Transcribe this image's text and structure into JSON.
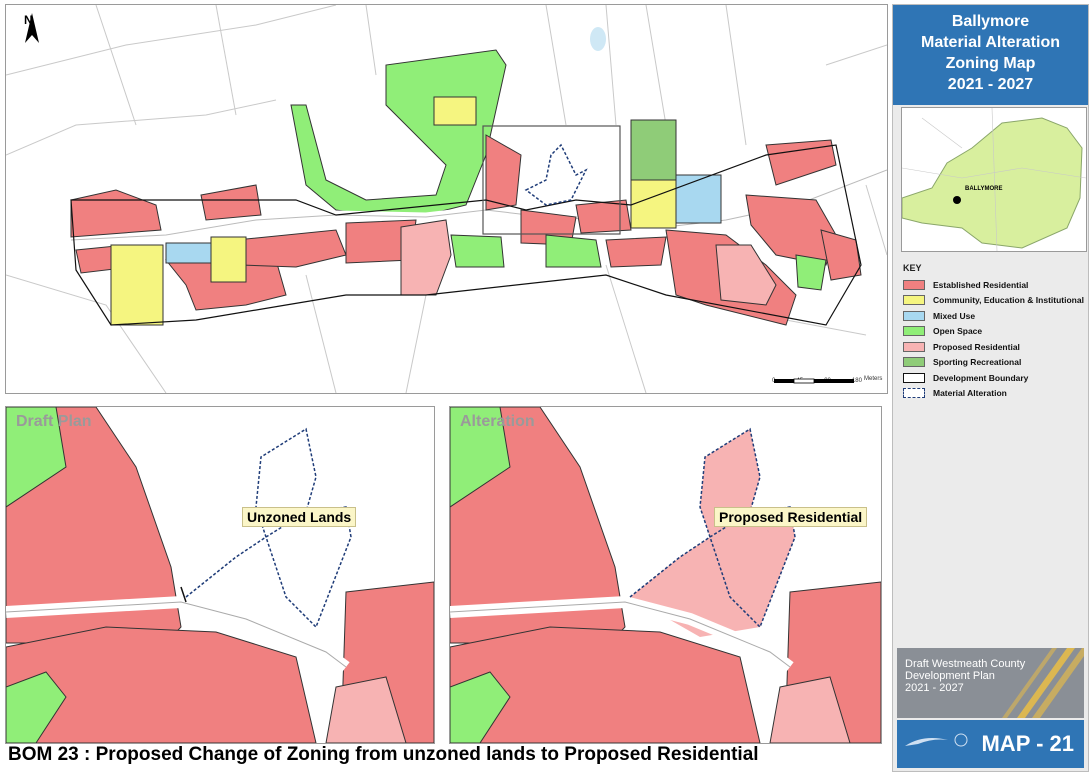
{
  "title": {
    "line1": "Ballymore",
    "line2": "Material Alteration",
    "line3": "Zoning Map",
    "line4": "2021 - 2027"
  },
  "north_label": "N",
  "locator_label": "BALLYMORE",
  "key": {
    "title": "KEY",
    "items": [
      {
        "label": "Established Residential",
        "color": "#f08080"
      },
      {
        "label": "Community, Education & Institutional",
        "color": "#f5f580"
      },
      {
        "label": "Mixed Use",
        "color": "#a8d8f0"
      },
      {
        "label": "Open Space",
        "color": "#90ee78"
      },
      {
        "label": "Proposed Residential",
        "color": "#f7b3b3"
      },
      {
        "label": "Sporting Recreational",
        "color": "#8fcc78"
      },
      {
        "label": "Development Boundary",
        "color": "#ffffff"
      },
      {
        "label": "Material Alteration",
        "color": "#1f3c78"
      }
    ]
  },
  "scale": {
    "ticks": [
      "0",
      "45",
      "90",
      "180"
    ],
    "unit": "Meters"
  },
  "panels": {
    "draft_label": "Draft Plan",
    "draft_callout": "Unzoned Lands",
    "alteration_label": "Alteration",
    "alteration_callout": "Proposed Residential"
  },
  "plan_block": {
    "line1": "Draft Westmeath County",
    "line2": "Development Plan",
    "line3": "2021 - 2027"
  },
  "map_number": "MAP - 21",
  "caption": "BOM 23 : Proposed Change of Zoning from unzoned lands to Proposed Residential"
}
